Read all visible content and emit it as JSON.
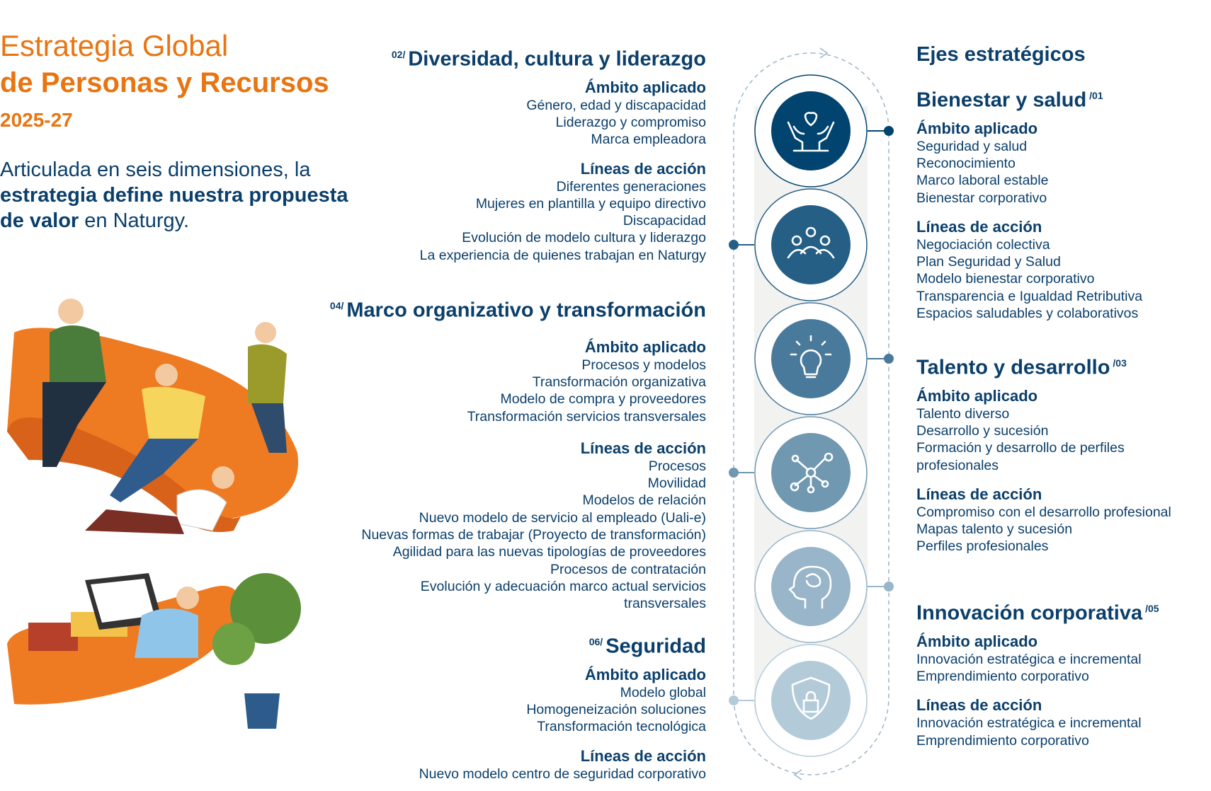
{
  "header": {
    "title_line1": "Estrategia Global",
    "title_line2": "de Personas y Recursos",
    "years": "2025-27",
    "intro_part1": "Articulada en seis dimensiones, la ",
    "intro_bold": "estrategia define nuestra propuesta de valor",
    "intro_part2": " en Naturgy."
  },
  "right_heading": "Ejes estratégicos",
  "labels": {
    "ambito": "Ámbito aplicado",
    "lineas": "Líneas de acción"
  },
  "dimensions": [
    {
      "num": "/01",
      "title": "Bienestar y salud",
      "side": "right",
      "ambito": [
        "Seguridad y salud",
        "Reconocimiento",
        "Marco laboral estable",
        "Bienestar corporativo"
      ],
      "lineas": [
        "Negociación colectiva",
        "Plan Seguridad y Salud",
        "Modelo bienestar corporativo",
        "Transparencia e Igualdad Retributiva",
        "Espacios saludables y colaborativos"
      ]
    },
    {
      "num": "02/",
      "title": "Diversidad, cultura y liderazgo",
      "side": "mid",
      "ambito": [
        "Género, edad y discapacidad",
        "Liderazgo y compromiso",
        "Marca empleadora"
      ],
      "lineas": [
        "Diferentes generaciones",
        "Mujeres en plantilla y equipo directivo",
        "Discapacidad",
        "Evolución de modelo cultura y liderazgo",
        "La experiencia de quienes trabajan en Naturgy"
      ]
    },
    {
      "num": "/03",
      "title": "Talento y desarrollo",
      "side": "right",
      "ambito": [
        "Talento diverso",
        "Desarrollo y sucesión",
        "Formación y desarrollo de perfiles",
        "profesionales"
      ],
      "lineas": [
        "Compromiso con el desarrollo profesional",
        "Mapas talento y sucesión",
        "Perfiles profesionales"
      ]
    },
    {
      "num": "04/",
      "title": "Marco organizativo y transformación",
      "side": "mid",
      "ambito": [
        "Procesos y modelos",
        "Transformación organizativa",
        "Modelo de compra y proveedores",
        "Transformación servicios transversales"
      ],
      "lineas": [
        "Procesos",
        "Movilidad",
        "Modelos de relación",
        "Nuevo modelo de servicio al empleado (Uali-e)",
        "Nuevas formas de trabajar (Proyecto de transformación)",
        "Agilidad para las nuevas tipologías de proveedores",
        "Procesos de contratación",
        "Evolución y adecuación marco actual servicios",
        "transversales"
      ]
    },
    {
      "num": "/05",
      "title": "Innovación corporativa",
      "side": "right",
      "ambito": [
        "Innovación estratégica e incremental",
        "Emprendimiento corporativo"
      ],
      "lineas": [
        "Innovación estratégica e incremental",
        "Emprendimiento corporativo"
      ]
    },
    {
      "num": "06/",
      "title": "Seguridad",
      "side": "mid",
      "ambito": [
        "Modelo global",
        "Homogeneización soluciones",
        "Transformación tecnológica"
      ],
      "lineas": [
        "Nuevo modelo centro de seguridad corporativo"
      ]
    }
  ],
  "axis_icons": [
    {
      "icon": "hands-heart-icon",
      "color": "#00446f"
    },
    {
      "icon": "people-group-icon",
      "color": "#255f85"
    },
    {
      "icon": "lightbulb-icon",
      "color": "#4a7a9b"
    },
    {
      "icon": "network-icon",
      "color": "#7098b1"
    },
    {
      "icon": "head-brain-icon",
      "color": "#98b5c9"
    },
    {
      "icon": "shield-lock-icon",
      "color": "#b3cbd9"
    }
  ],
  "colors": {
    "navy": "#0b3f6b",
    "orange": "#e87511"
  }
}
